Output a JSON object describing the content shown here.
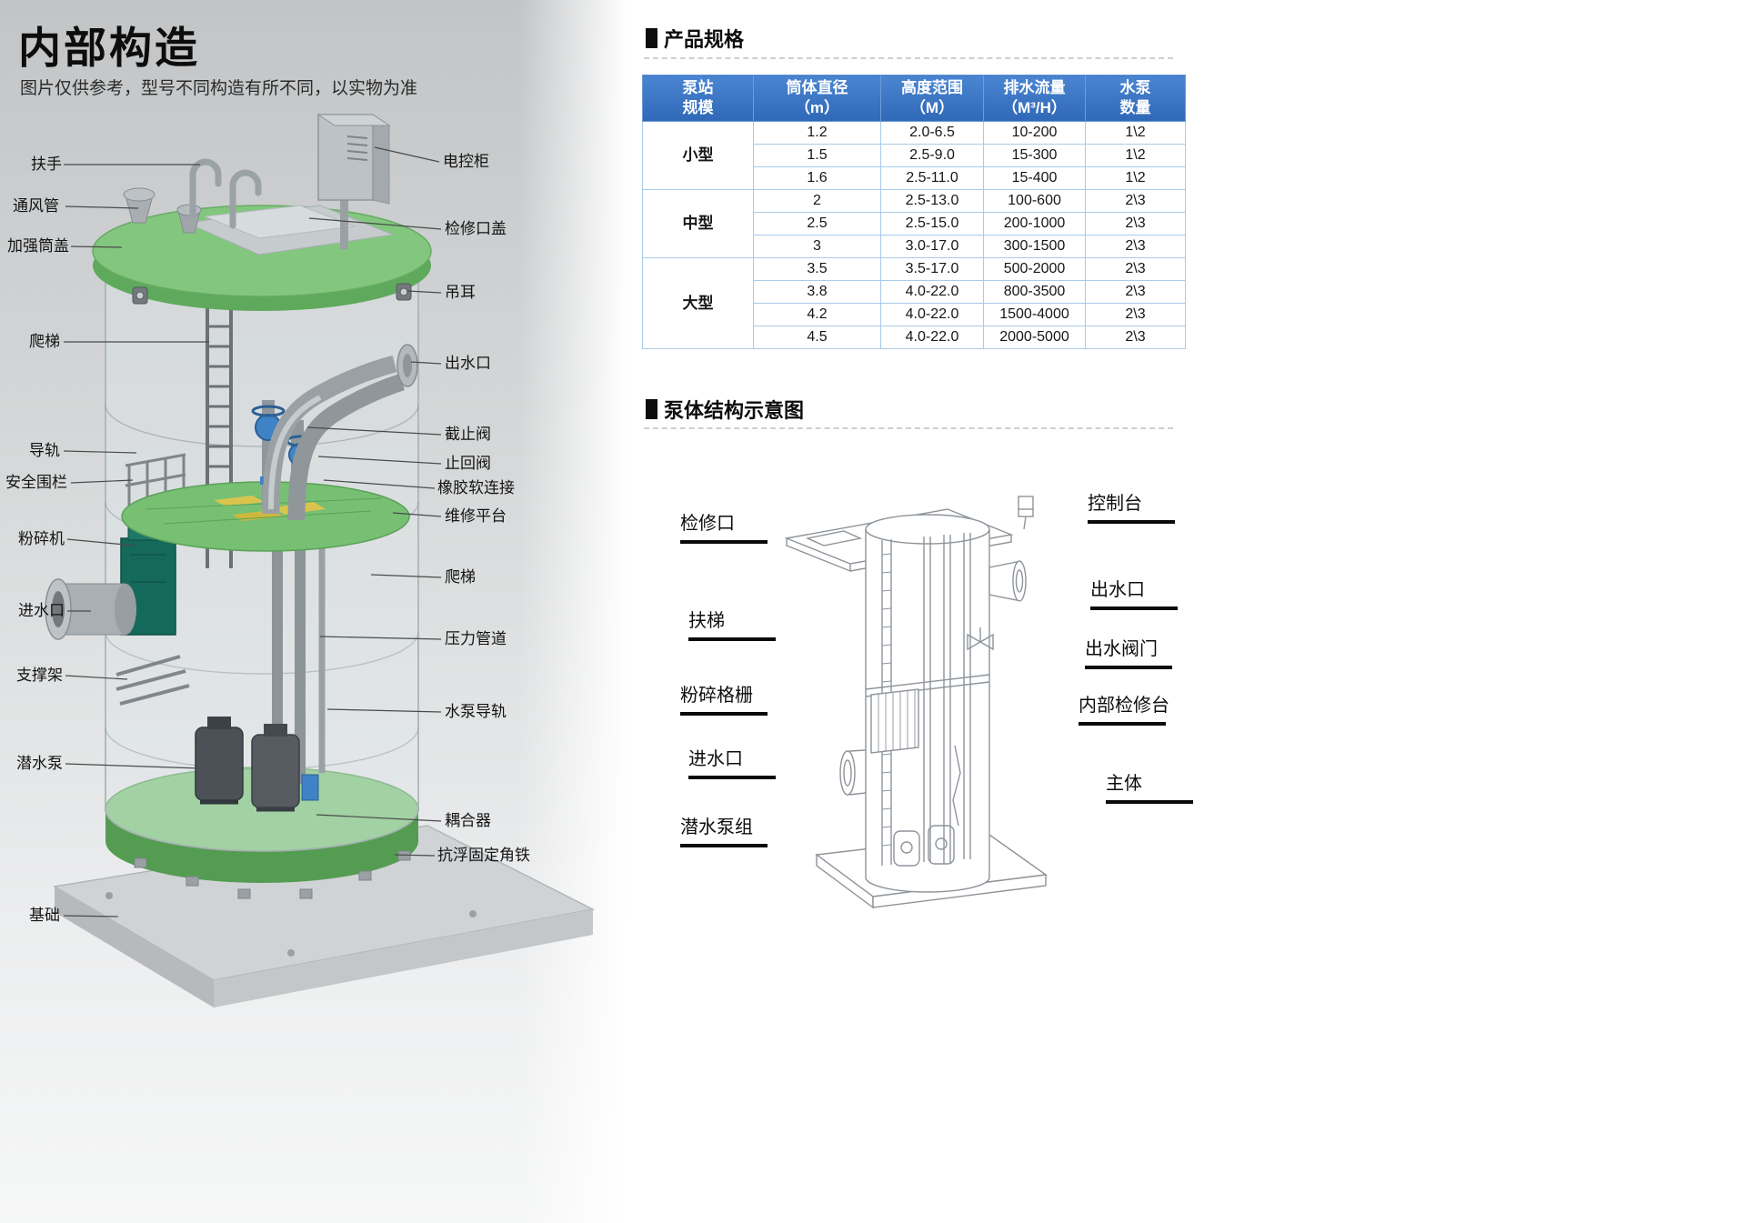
{
  "left_panel": {
    "title": "内部构造",
    "subtitle": "图片仅供参考，型号不同构造有所不同，以实物为准",
    "callouts_left": [
      "扶手",
      "通风管",
      "加强筒盖",
      "爬梯",
      "导轨",
      "安全围栏",
      "粉碎机",
      "进水口",
      "支撑架",
      "潜水泵",
      "基础"
    ],
    "callouts_right": [
      "电控柜",
      "检修口盖",
      "吊耳",
      "出水口",
      "截止阀",
      "止回阀",
      "橡胶软连接",
      "维修平台",
      "爬梯",
      "压力管道",
      "水泵导轨",
      "耦合器",
      "抗浮固定角铁"
    ]
  },
  "spec": {
    "title": "产品规格",
    "headers": [
      [
        "泵站",
        "规模"
      ],
      [
        "筒体直径",
        "（m）"
      ],
      [
        "高度范围",
        "（M）"
      ],
      [
        "排水流量",
        "（M³/H）"
      ],
      [
        "水泵",
        "数量"
      ]
    ],
    "groups": [
      {
        "name": "小型",
        "rows": [
          [
            "1.2",
            "2.0-6.5",
            "10-200",
            "1\\2"
          ],
          [
            "1.5",
            "2.5-9.0",
            "15-300",
            "1\\2"
          ],
          [
            "1.6",
            "2.5-11.0",
            "15-400",
            "1\\2"
          ]
        ]
      },
      {
        "name": "中型",
        "rows": [
          [
            "2",
            "2.5-13.0",
            "100-600",
            "2\\3"
          ],
          [
            "2.5",
            "2.5-15.0",
            "200-1000",
            "2\\3"
          ],
          [
            "3",
            "3.0-17.0",
            "300-1500",
            "2\\3"
          ]
        ]
      },
      {
        "name": "大型",
        "rows": [
          [
            "3.5",
            "3.5-17.0",
            "500-2000",
            "2\\3"
          ],
          [
            "3.8",
            "4.0-22.0",
            "800-3500",
            "2\\3"
          ],
          [
            "4.2",
            "4.0-22.0",
            "1500-4000",
            "2\\3"
          ],
          [
            "4.5",
            "4.0-22.0",
            "2000-5000",
            "2\\3"
          ]
        ]
      }
    ]
  },
  "schematic": {
    "title": "泵体结构示意图",
    "labels_left": [
      "检修口",
      "扶梯",
      "粉碎格栅",
      "进水口",
      "潜水泵组"
    ],
    "labels_right": [
      "控制台",
      "出水口",
      "出水阀门",
      "内部检修台",
      "主体"
    ]
  },
  "colors": {
    "table_header_blue": "#3a76c4",
    "table_border_blue": "#a9cbe9",
    "lid_green": "#83c77f",
    "base_green": "#5aa457",
    "valve_blue": "#3f83c6",
    "background_gray": "#c2c4c6"
  }
}
